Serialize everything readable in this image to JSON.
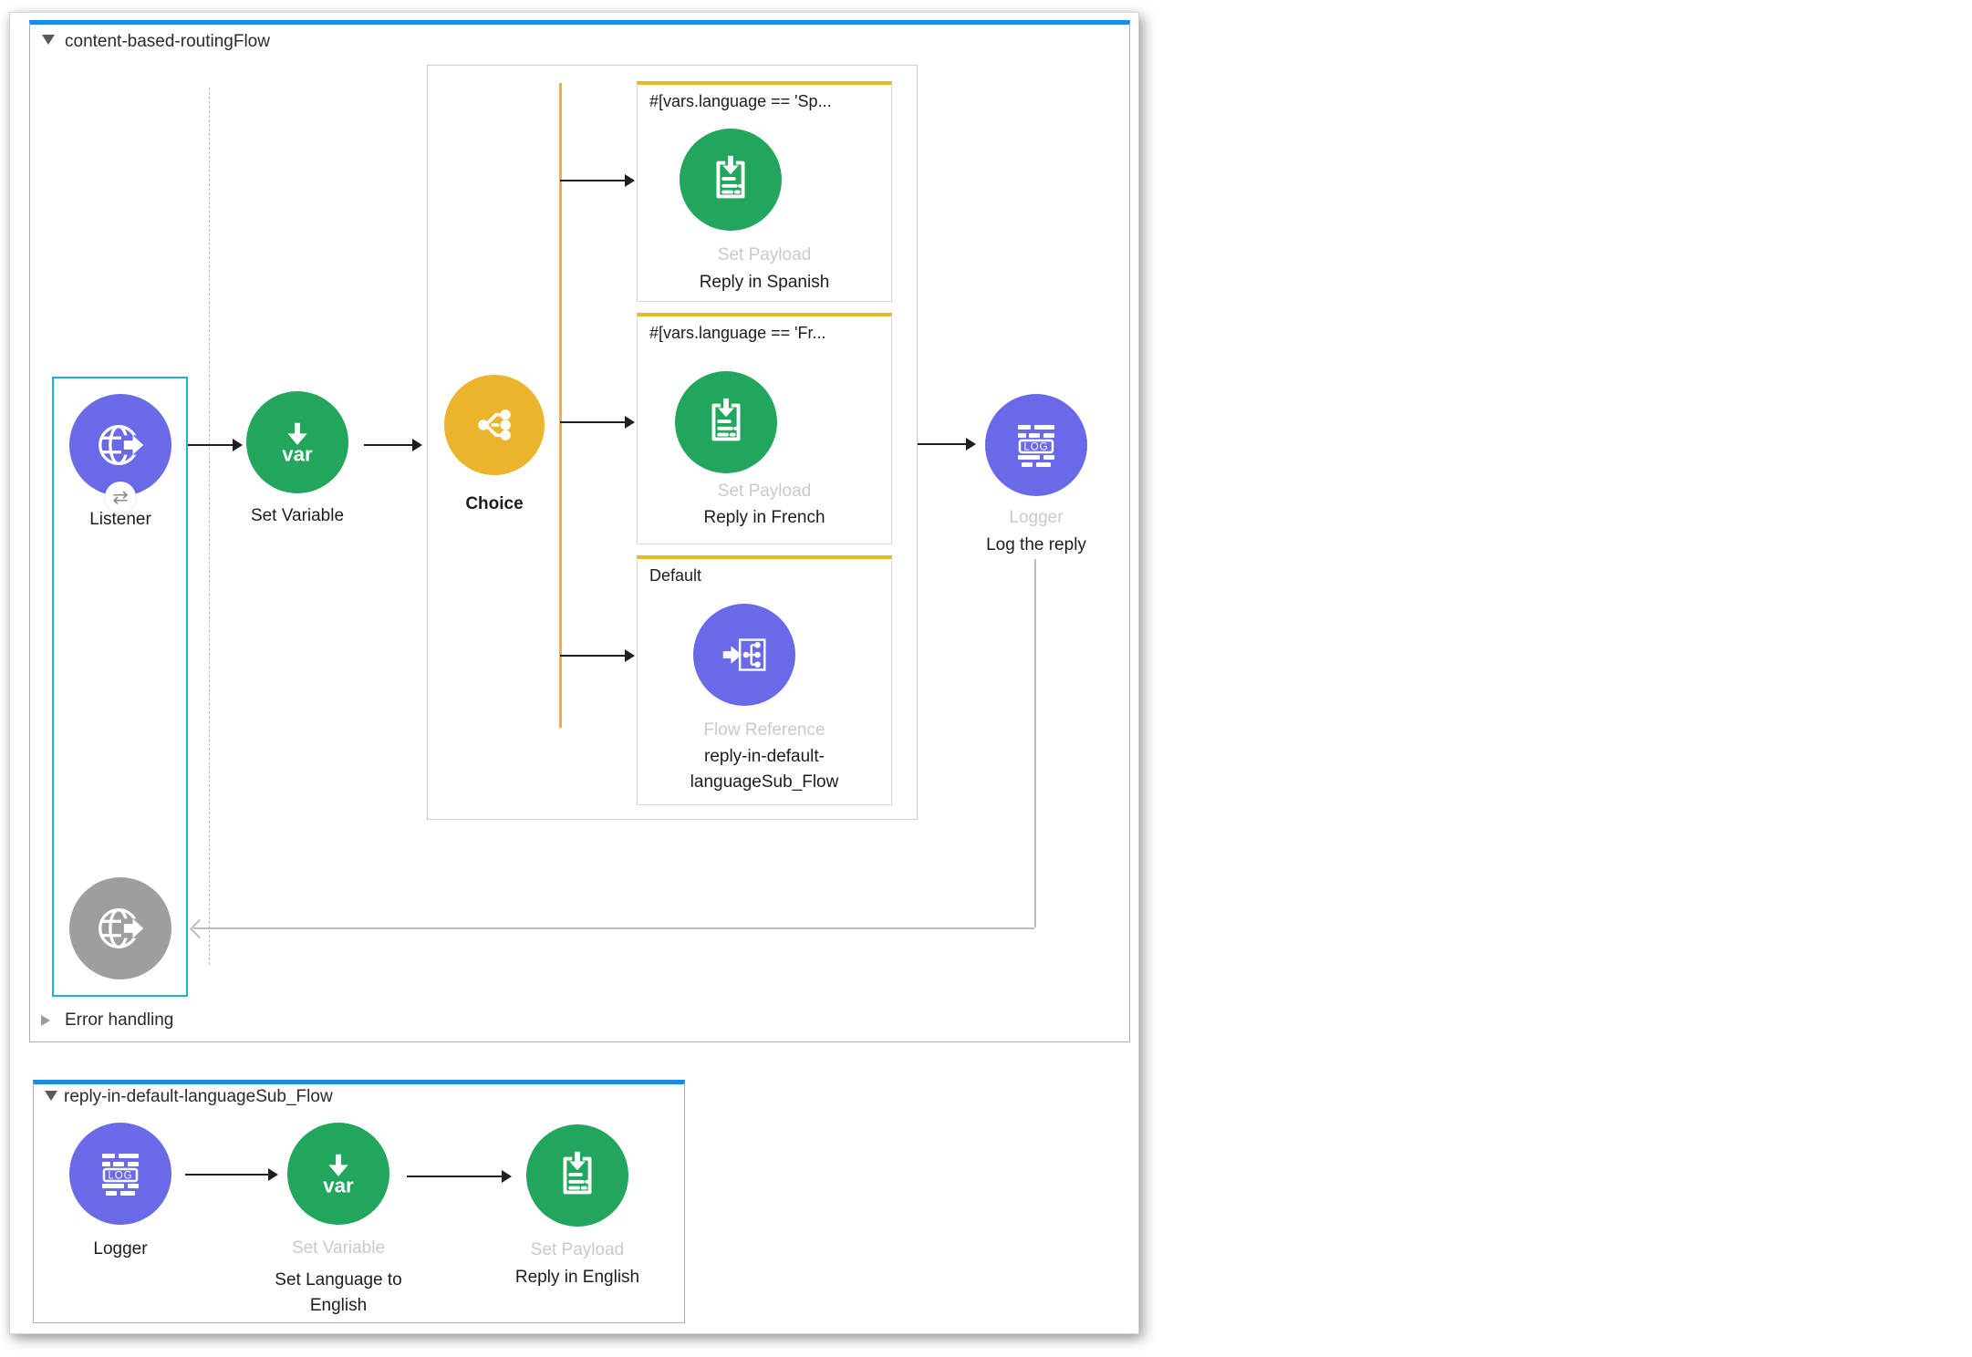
{
  "colors": {
    "accent_blue": "#1E88E5",
    "node_purple": "#6A6AE9",
    "node_green": "#22A55C",
    "node_amber": "#EAB42D",
    "node_gray": "#9E9E9E",
    "selection_cyan": "#19B5CE",
    "muted_label": "#C9C9C9"
  },
  "icons": {
    "var_text": "var",
    "log_text": "LOG",
    "swap_text": "⇄"
  },
  "main_flow": {
    "title": "content-based-routingFlow",
    "source": {
      "label": "Listener"
    },
    "set_variable": {
      "label": "Set Variable"
    },
    "choice": {
      "label": "Choice"
    },
    "branches": [
      {
        "header": "#[vars.language == 'Sp...",
        "type_label": "Set Payload",
        "display_name": "Reply in Spanish"
      },
      {
        "header": "#[vars.language == 'Fr...",
        "type_label": "Set Payload",
        "display_name": "Reply in French"
      },
      {
        "header": "Default",
        "type_label": "Flow Reference",
        "display_name": "reply-in-default-\nlanguageSub_Flow"
      }
    ],
    "logger": {
      "type_label": "Logger",
      "display_name": "Log the reply"
    },
    "error_handling_label": "Error handling"
  },
  "sub_flow": {
    "title": "reply-in-default-languageSub_Flow",
    "logger": {
      "label": "Logger"
    },
    "set_variable": {
      "type_label": "Set Variable",
      "display_name": "Set Language to\nEnglish"
    },
    "set_payload": {
      "type_label": "Set Payload",
      "display_name": "Reply in English"
    }
  }
}
